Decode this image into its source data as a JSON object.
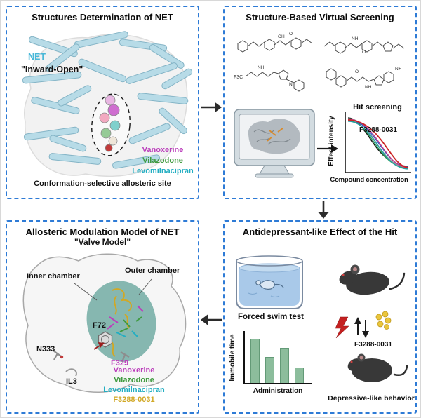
{
  "figure": {
    "type": "graphical-abstract",
    "panel_border_color": "#2e7bd6"
  },
  "panels": {
    "p1": {
      "title": "Structures Determination of NET",
      "net_label": "NET",
      "state_label": "\"Inward-Open\"",
      "ligands": [
        "Vanoxerine",
        "Vilazodone",
        "Levomilnacipran"
      ],
      "caption": "Conformation-selective allosteric site"
    },
    "p2": {
      "title": "Structure-Based Virtual Screening",
      "atom_labels": [
        "OH",
        "O",
        "NH",
        "O",
        "F3C",
        "NH",
        "N",
        "O",
        "NH",
        "N+"
      ]
    },
    "p3": {
      "title": "Allosteric Modulation Model of NET",
      "subtitle": "\"Valve Model\"",
      "inner_chamber_label": "Inner chamber",
      "outer_chamber_label": "Outer chamber",
      "residue_f72": "F72",
      "residue_f329": "F329",
      "residue_n333": "N333",
      "loop_il3": "IL3",
      "legend": [
        "Vanoxerine",
        "Vilazodone",
        "Levomilnacipran",
        "F3288-0031"
      ]
    },
    "p4": {
      "title": "Antidepressant-like Effect of the Hit",
      "swim_label": "Forced swim test",
      "compound_label": "F3288-0031",
      "behavior_label": "Depressive-like behavior"
    }
  },
  "colors": {
    "vanoxerine": "#bb3fbb",
    "vilazodone": "#3f9a3f",
    "levomilnacipran": "#23aec2",
    "f3288_0031": "#d1a825",
    "net_label": "#49b8d8",
    "helix": "#b7dbe7",
    "hit_curve": "#cc2525",
    "bar_fill": "#8cbd9c",
    "water": "#a9c9e9",
    "lightning": "#c42020",
    "chamber_fill": "#7cb1a9"
  },
  "chart_data": [
    {
      "type": "line",
      "title": "Hit screening",
      "xlabel": "Compound concentration",
      "ylabel": "Effect intensity",
      "annotation": "F3288-0031",
      "n_curves": 8,
      "description": "Family of ~8 overlapping decreasing sigmoidal dose-response curves (gray/black/blue/green/magenta/teal) with the hit compound F3288-0031 highlighted in red; axes carry no numeric ticks"
    },
    {
      "type": "bar",
      "xlabel": "Administration",
      "ylabel": "Immobile time",
      "categories": [
        "",
        "",
        "",
        ""
      ],
      "values": [
        85,
        50,
        68,
        30
      ],
      "ylim": [
        0,
        100
      ],
      "note": "green bars, no numeric tick labels shown"
    }
  ]
}
